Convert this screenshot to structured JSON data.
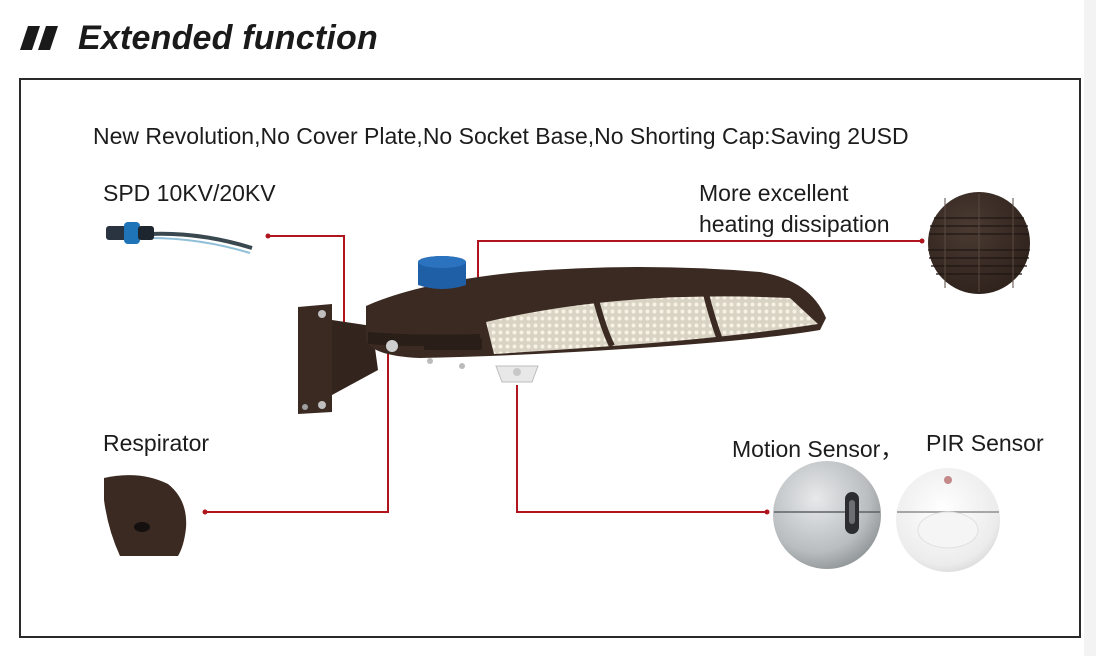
{
  "header": {
    "title": "Extended function"
  },
  "panel": {
    "headline": "New Revolution,No Cover Plate,No Socket Base,No Shorting Cap:Saving 2USD",
    "features": {
      "spd": "SPD 10KV/20KV",
      "heat_line1": "More excellent",
      "heat_line2": "heating dissipation",
      "respirator": "Respirator",
      "motion_sensor": "Motion Sensor",
      "pir_sensor": "PIR Sensor"
    }
  },
  "colors": {
    "callout_line": "#b0141c",
    "housing": "#3b2a22",
    "photocell": "#1f5fa6",
    "frame": "#2a2a2a"
  }
}
